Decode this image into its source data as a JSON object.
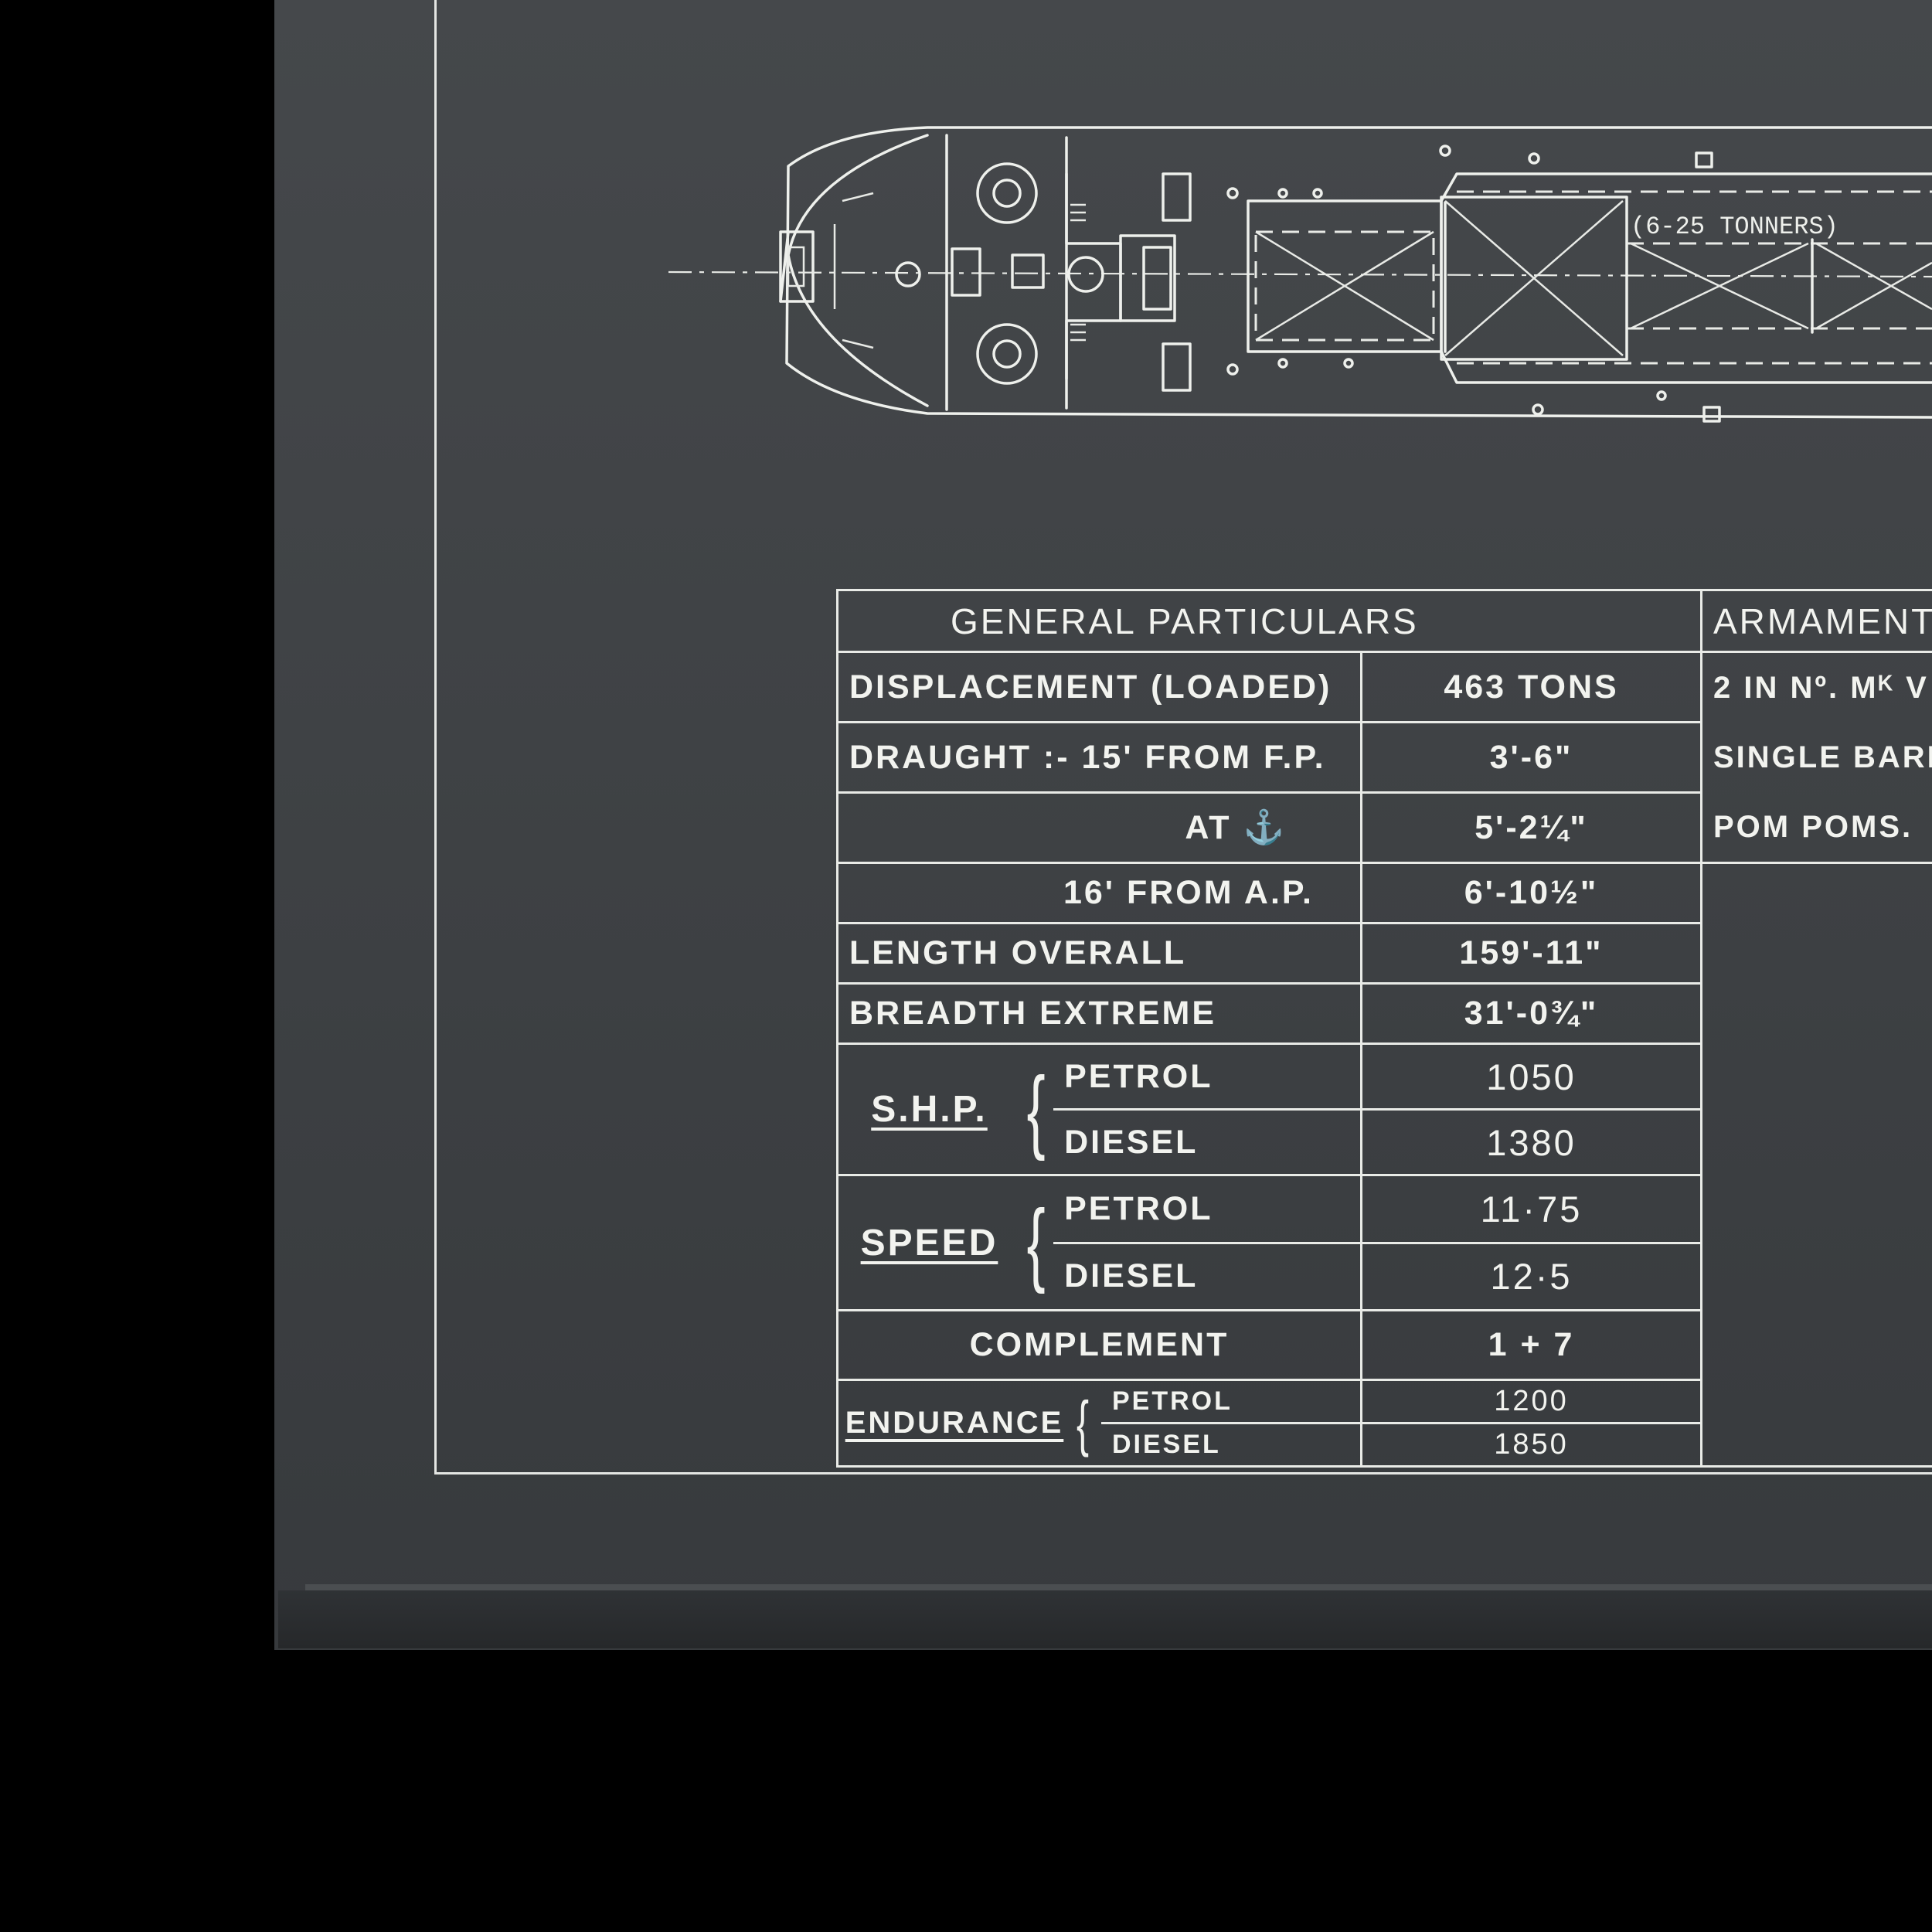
{
  "plan": {
    "hold_note": "(6-25 TONNERS)"
  },
  "table": {
    "title": "GENERAL PARTICULARS",
    "armament_title": "ARMAMENT",
    "armament_lines": [
      "2 IN Nº. Mᴷ V",
      "SINGLE BARRE",
      "POM POMS."
    ],
    "rows": [
      {
        "label": "DISPLACEMENT (LOADED)",
        "value": "463 TONS"
      },
      {
        "label": "DRAUGHT :- 15' FROM F.P.",
        "value": "3'-6\""
      },
      {
        "label": "AT ⚓",
        "value": "5'-2¼\""
      },
      {
        "label": "16' FROM A.P.",
        "value": "6'-10½\""
      },
      {
        "label": "LENGTH OVERALL",
        "value": "159'-11\""
      },
      {
        "label": "BREADTH EXTREME",
        "value": "31'-0¾\""
      }
    ],
    "shp": {
      "label": "S.H.P.",
      "petrol_label": "PETROL",
      "petrol": "1050",
      "diesel_label": "DIESEL",
      "diesel": "1380"
    },
    "speed": {
      "label": "SPEED",
      "petrol_label": "PETROL",
      "petrol": "11·75",
      "diesel_label": "DIESEL",
      "diesel": "12·5"
    },
    "complement": {
      "label": "COMPLEMENT",
      "value": "1 + 7"
    },
    "endurance": {
      "label": "ENDURANCE",
      "petrol_label": "PETROL",
      "petrol": "1200",
      "diesel_label": "DIESEL",
      "diesel": "1850"
    }
  }
}
